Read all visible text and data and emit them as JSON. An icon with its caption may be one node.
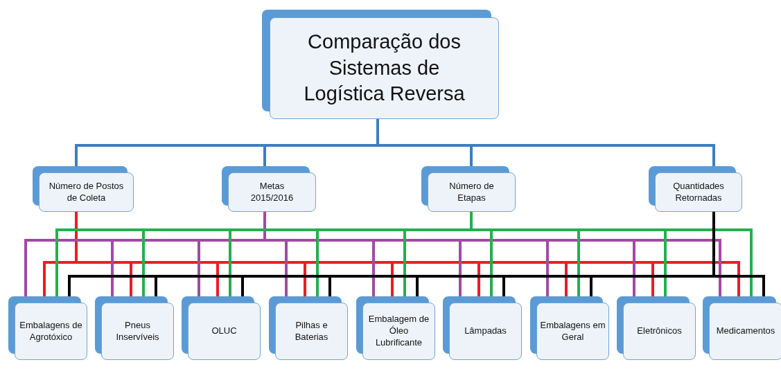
{
  "diagram": {
    "nodes": [
      {
        "text": [
          "Comparação dos Sistemas de Logística Reversa"
        ]
      },
      {
        "text": [
          "Número de Postos de Coleta"
        ]
      },
      {
        "text": [
          "Metas 2015/2016"
        ]
      },
      {
        "text": [
          "Número de Etapas"
        ]
      },
      {
        "text": [
          "Quantidades Retornadas"
        ]
      },
      {
        "text": [
          "Embalagens de Agrotóxico"
        ]
      },
      {
        "text": [
          "Pneus Inservíveis"
        ]
      },
      {
        "text": [
          "OLUC"
        ]
      },
      {
        "text": [
          "Pilhas e Baterias"
        ]
      },
      {
        "text": [
          "Embalagem de Óleo Lubrificante"
        ]
      },
      {
        "text": [
          "Lâmpadas"
        ]
      },
      {
        "text": [
          "Embalagens em Geral"
        ]
      },
      {
        "text": [
          "Eletrônicos"
        ]
      },
      {
        "text": [
          "Medicamentos"
        ]
      }
    ],
    "edges": [
      {
        "from": 0,
        "to": 1,
        "arrow": "none",
        "color": "#3d7dc4"
      },
      {
        "from": 0,
        "to": 2,
        "arrow": "none",
        "color": "#3d7dc4"
      },
      {
        "from": 0,
        "to": 3,
        "arrow": "none",
        "color": "#3d7dc4"
      },
      {
        "from": 0,
        "to": 4,
        "arrow": "none",
        "color": "#3d7dc4"
      },
      {
        "from": 1,
        "to": 5,
        "arrow": "none",
        "color": "#ed1c24"
      },
      {
        "from": 1,
        "to": 6,
        "arrow": "none",
        "color": "#ed1c24"
      },
      {
        "from": 1,
        "to": 7,
        "arrow": "none",
        "color": "#ed1c24"
      },
      {
        "from": 1,
        "to": 8,
        "arrow": "none",
        "color": "#ed1c24"
      },
      {
        "from": 1,
        "to": 9,
        "arrow": "none",
        "color": "#ed1c24"
      },
      {
        "from": 1,
        "to": 10,
        "arrow": "none",
        "color": "#ed1c24"
      },
      {
        "from": 1,
        "to": 11,
        "arrow": "none",
        "color": "#ed1c24"
      },
      {
        "from": 1,
        "to": 12,
        "arrow": "none",
        "color": "#ed1c24"
      },
      {
        "from": 1,
        "to": 13,
        "arrow": "none",
        "color": "#ed1c24"
      },
      {
        "from": 2,
        "to": 5,
        "arrow": "none",
        "color": "#a349a4"
      },
      {
        "from": 2,
        "to": 6,
        "arrow": "none",
        "color": "#a349a4"
      },
      {
        "from": 2,
        "to": 7,
        "arrow": "none",
        "color": "#a349a4"
      },
      {
        "from": 2,
        "to": 8,
        "arrow": "none",
        "color": "#a349a4"
      },
      {
        "from": 2,
        "to": 9,
        "arrow": "none",
        "color": "#a349a4"
      },
      {
        "from": 2,
        "to": 10,
        "arrow": "none",
        "color": "#a349a4"
      },
      {
        "from": 2,
        "to": 11,
        "arrow": "none",
        "color": "#a349a4"
      },
      {
        "from": 2,
        "to": 12,
        "arrow": "none",
        "color": "#a349a4"
      },
      {
        "from": 2,
        "to": 13,
        "arrow": "none",
        "color": "#a349a4"
      },
      {
        "from": 3,
        "to": 5,
        "arrow": "none",
        "color": "#22b14c"
      },
      {
        "from": 3,
        "to": 6,
        "arrow": "none",
        "color": "#22b14c"
      },
      {
        "from": 3,
        "to": 7,
        "arrow": "none",
        "color": "#22b14c"
      },
      {
        "from": 3,
        "to": 8,
        "arrow": "none",
        "color": "#22b14c"
      },
      {
        "from": 3,
        "to": 9,
        "arrow": "none",
        "color": "#22b14c"
      },
      {
        "from": 3,
        "to": 10,
        "arrow": "none",
        "color": "#22b14c"
      },
      {
        "from": 3,
        "to": 11,
        "arrow": "none",
        "color": "#22b14c"
      },
      {
        "from": 3,
        "to": 12,
        "arrow": "none",
        "color": "#22b14c"
      },
      {
        "from": 3,
        "to": 13,
        "arrow": "none",
        "color": "#22b14c"
      },
      {
        "from": 4,
        "to": 5,
        "arrow": "none",
        "color": "#000000"
      },
      {
        "from": 4,
        "to": 6,
        "arrow": "none",
        "color": "#000000"
      },
      {
        "from": 4,
        "to": 7,
        "arrow": "none",
        "color": "#000000"
      },
      {
        "from": 4,
        "to": 8,
        "arrow": "none",
        "color": "#000000"
      },
      {
        "from": 4,
        "to": 9,
        "arrow": "none",
        "color": "#000000"
      },
      {
        "from": 4,
        "to": 10,
        "arrow": "none",
        "color": "#000000"
      },
      {
        "from": 4,
        "to": 11,
        "arrow": "none",
        "color": "#000000"
      },
      {
        "from": 4,
        "to": 13,
        "arrow": "none",
        "color": "#000000"
      }
    ]
  }
}
